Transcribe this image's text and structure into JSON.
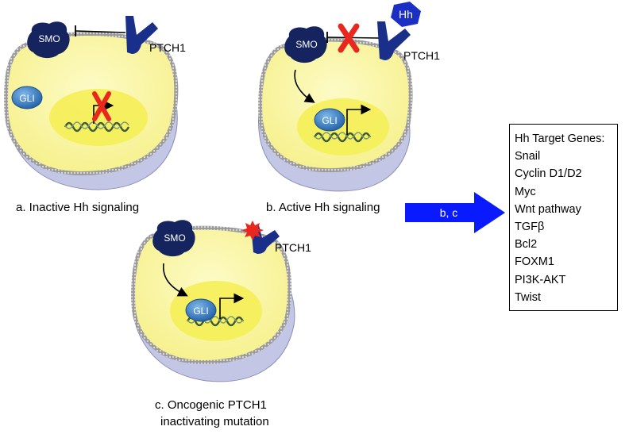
{
  "panels": {
    "a": {
      "caption": "a. Inactive Hh signaling",
      "smo": "SMO",
      "ptch1": "PTCH1",
      "gli": "GLI"
    },
    "b": {
      "caption": "b. Active Hh signaling",
      "smo": "SMO",
      "ptch1": "PTCH1",
      "gli": "GLI",
      "hh": "Hh"
    },
    "c": {
      "caption_line1": "c. Oncogenic PTCH1",
      "caption_line2": "inactivating mutation",
      "smo": "SMO",
      "ptch1": "PTCH1",
      "gli": "GLI"
    }
  },
  "arrow": {
    "label": "b, c"
  },
  "target_genes": {
    "title": "Hh Target Genes:",
    "items": [
      "Snail",
      "Cyclin D1/D2",
      "Myc",
      "Wnt pathway",
      "TGFβ",
      "Bcl2",
      "FOXM1",
      "PI3K-AKT",
      "Twist"
    ]
  },
  "colors": {
    "cytoplasm": "#fbf7a8",
    "nucleus": "#f7f35a",
    "membrane": "#8a8a8a",
    "cell_base": "#c6c9e6",
    "receptor": "#1a2a80",
    "smo": "#15245e",
    "gli": "#2e7bc4",
    "arrow": "#0a1aff",
    "block": "#e8281e"
  }
}
